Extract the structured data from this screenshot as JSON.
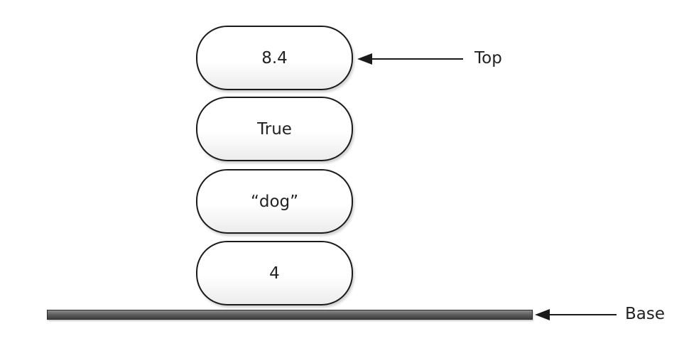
{
  "stack": {
    "items": [
      {
        "label": "8.4"
      },
      {
        "label": "True"
      },
      {
        "label": "“dog”"
      },
      {
        "label": "4"
      }
    ]
  },
  "pointers": {
    "top": "Top",
    "base": "Base"
  },
  "colors": {
    "outline": "#1a1a1a",
    "base_bar": "#5a5a5a"
  }
}
